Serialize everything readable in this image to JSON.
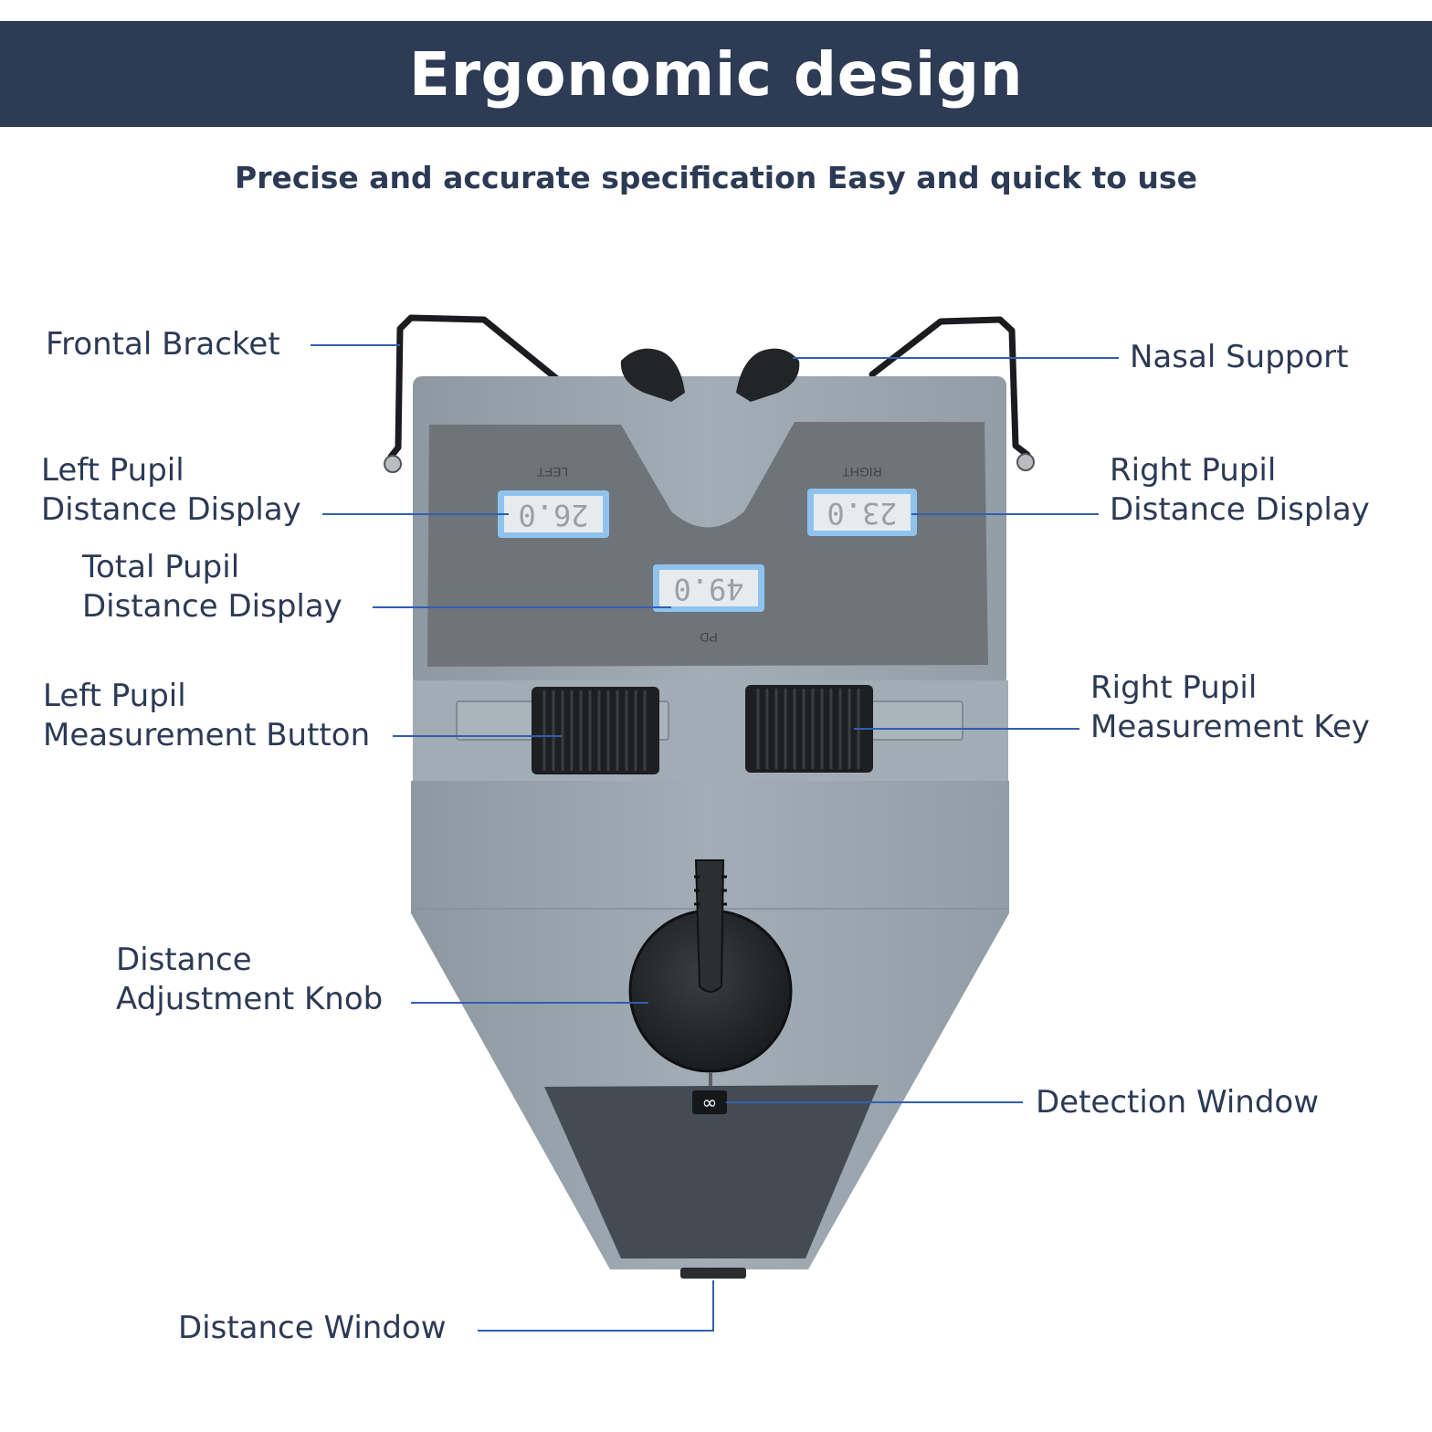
{
  "header": {
    "title": "Ergonomic design"
  },
  "subtitle": "Precise and accurate specification Easy and quick to use",
  "device": {
    "left_label": "LEFT",
    "right_label": "RIGHT",
    "pd_label": "PD",
    "left_display": "26.0",
    "right_display": "23.0",
    "pd_display": "49.0",
    "detection_symbol": "∞"
  },
  "callouts": {
    "frontal_bracket": "Frontal Bracket",
    "nasal_support": "Nasal Support",
    "left_display_1": "Left Pupil",
    "left_display_2": "Distance Display",
    "right_display_1": "Right Pupil",
    "right_display_2": "Distance Display",
    "total_display_1": "Total Pupil",
    "total_display_2": "Distance Display",
    "left_button_1": "Left Pupil",
    "left_button_2": "Measurement Button",
    "right_key_1": "Right Pupil",
    "right_key_2": "Measurement Key",
    "knob_1": "Distance",
    "knob_2": "Adjustment Knob",
    "detection_window": "Detection Window",
    "distance_window": "Distance Window"
  },
  "colors": {
    "header_bg": "#2d3b55",
    "callout_line": "#2f5fb3",
    "device_body": "#9aa5ad",
    "display_panel": "#6f757b",
    "lcd_glow": "#8fc3ee"
  }
}
